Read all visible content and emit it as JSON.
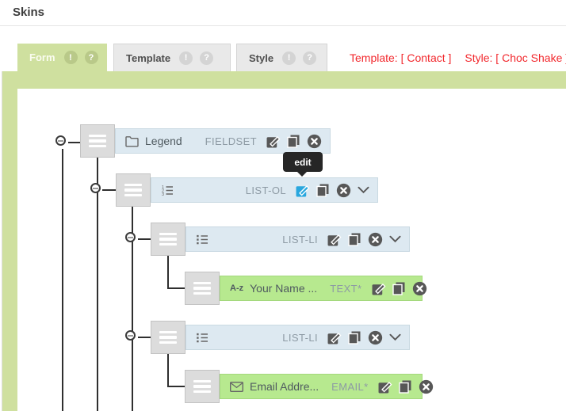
{
  "header": {
    "title": "Skins"
  },
  "tabs": [
    {
      "label": "Form",
      "active": true,
      "badges": [
        "!",
        "?"
      ]
    },
    {
      "label": "Template",
      "active": false,
      "badges": [
        "!",
        "?"
      ]
    },
    {
      "label": "Style",
      "active": false,
      "badges": [
        "!",
        "?"
      ]
    }
  ],
  "status": {
    "template": "Template: [ Contact ]",
    "style": "Style: [ Choc Shake ]"
  },
  "tooltip": {
    "text": "edit"
  },
  "tree": {
    "rows": [
      {
        "icon": "folder-icon",
        "name": "Legend",
        "type_label": "FIELDSET",
        "color": "blue",
        "actions": [
          "edit",
          "copy",
          "delete"
        ]
      },
      {
        "icon": "ordered-list-icon",
        "name": "",
        "type_label": "LIST-OL",
        "color": "blue",
        "actions": [
          "edit",
          "copy",
          "delete",
          "collapse"
        ],
        "edit_hovered": true
      },
      {
        "icon": "unordered-list-icon",
        "name": "",
        "type_label": "LIST-LI",
        "color": "blue",
        "actions": [
          "edit",
          "copy",
          "delete",
          "collapse"
        ]
      },
      {
        "icon": "a-z-icon",
        "icon_label": "A-z",
        "name": "Your Name ...",
        "type_label": "TEXT*",
        "color": "green",
        "actions": [
          "edit",
          "copy",
          "delete"
        ]
      },
      {
        "icon": "unordered-list-icon",
        "name": "",
        "type_label": "LIST-LI",
        "color": "blue",
        "actions": [
          "edit",
          "copy",
          "delete",
          "collapse"
        ]
      },
      {
        "icon": "envelope-icon",
        "name": "Email Addre...",
        "type_label": "EMAIL*",
        "color": "green",
        "actions": [
          "edit",
          "copy",
          "delete"
        ]
      }
    ]
  },
  "colors": {
    "accent_green_band": "#cfe09f",
    "badge_olive": "#b9c989",
    "row_blue": "#dde9f1",
    "row_green": "#b7e98f",
    "handle_gray": "#dcdcdc",
    "status_red": "#f2282d",
    "edit_active_blue": "#29a7de",
    "tooltip_bg": "#262626",
    "tree_line": "#2f2f2f"
  }
}
